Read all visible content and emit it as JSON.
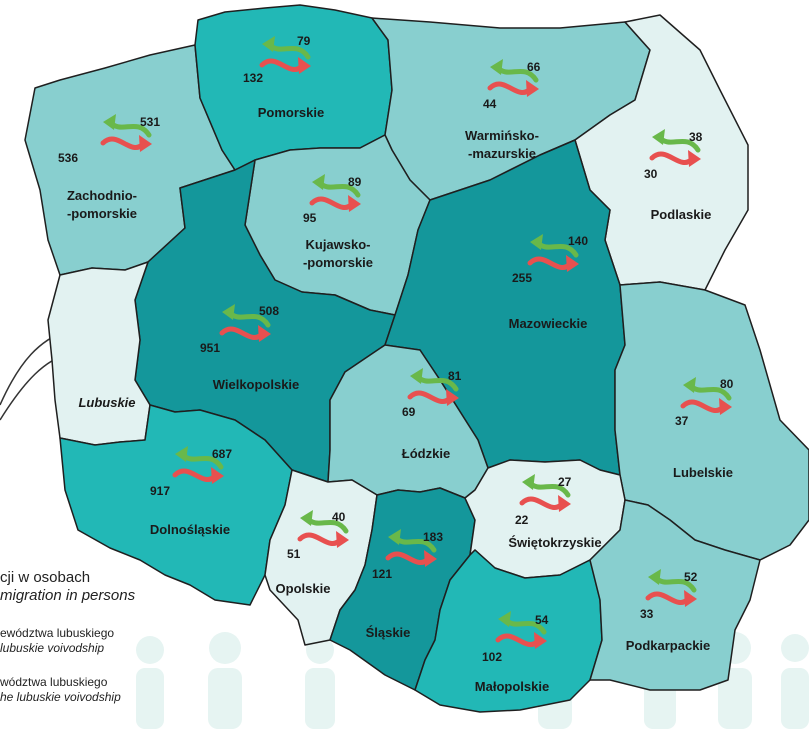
{
  "colors": {
    "dark": "#14979b",
    "mid": "#22b8b6",
    "light": "#88cfcf",
    "pale": "#e2f2f1",
    "out_arrow": "#e8504f",
    "in_arrow": "#69b84a",
    "border": "#1f1f1f"
  },
  "legend": {
    "title_fragment": "cji w osobach",
    "title_fragment_en": "migration in persons",
    "line1": "ewództwa lubuskiego",
    "line1_en": "lubuskie voivodship",
    "line2": "wództwa lubuskiego",
    "line2_en": "he lubuskie voivodship"
  },
  "regions": {
    "zachodniopomorskie": {
      "name1": "Zachodnio-",
      "name2": "-pomorskie",
      "in": "531",
      "out": "536",
      "shade": "light"
    },
    "pomorskie": {
      "name1": "Pomorskie",
      "in": "79",
      "out": "132",
      "shade": "mid"
    },
    "warminsko": {
      "name1": "Warmińsko-",
      "name2": "-mazurskie",
      "in": "66",
      "out": "44",
      "shade": "light"
    },
    "podlaskie": {
      "name1": "Podlaskie",
      "in": "38",
      "out": "30",
      "shade": "pale"
    },
    "kujawsko": {
      "name1": "Kujawsko-",
      "name2": "-pomorskie",
      "in": "89",
      "out": "95",
      "shade": "light"
    },
    "wielkopolskie": {
      "name1": "Wielkopolskie",
      "in": "508",
      "out": "951",
      "shade": "dark"
    },
    "mazowieckie": {
      "name1": "Mazowieckie",
      "in": "140",
      "out": "255",
      "shade": "dark"
    },
    "lubuskie": {
      "name1": "Lubuskie",
      "shade": "pale"
    },
    "lodzkie": {
      "name1": "Łódzkie",
      "in": "81",
      "out": "69",
      "shade": "light"
    },
    "lubelskie": {
      "name1": "Lubelskie",
      "in": "80",
      "out": "37",
      "shade": "light"
    },
    "dolnoslaskie": {
      "name1": "Dolnośląskie",
      "in": "687",
      "out": "917",
      "shade": "mid"
    },
    "opolskie": {
      "name1": "Opolskie",
      "in": "40",
      "out": "51",
      "shade": "pale"
    },
    "slaskie": {
      "name1": "Śląskie",
      "in": "183",
      "out": "121",
      "shade": "dark"
    },
    "swietokrzyskie": {
      "name1": "Świętokrzyskie",
      "in": "27",
      "out": "22",
      "shade": "pale"
    },
    "malopolskie": {
      "name1": "Małopolskie",
      "in": "54",
      "out": "102",
      "shade": "mid"
    },
    "podkarpackie": {
      "name1": "Podkarpackie",
      "in": "52",
      "out": "33",
      "shade": "light"
    }
  }
}
